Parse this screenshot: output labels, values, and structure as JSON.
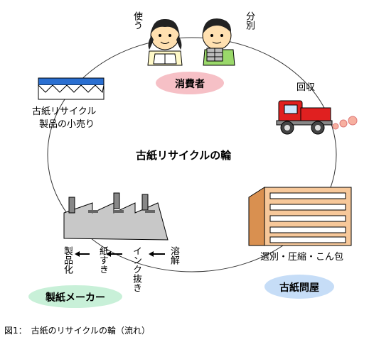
{
  "title": "古紙リサイクルの輪",
  "caption": "図1：　古紙のリサイクルの輪（流れ）",
  "nodes": {
    "consumer": {
      "label": "消費者",
      "use": "使う",
      "sort": "分別"
    },
    "collection": {
      "label": "回収"
    },
    "wholesaler": {
      "label": "古紙問屋",
      "processes": "選別・圧縮・こん包"
    },
    "paper_maker": {
      "label": "製紙メーカー",
      "steps": [
        "溶解",
        "インク抜き",
        "紙すき",
        "製品化"
      ]
    },
    "retail": {
      "line1": "古紙リサイクル",
      "line2": "製品の小売り"
    }
  },
  "colors": {
    "consumer_oval": "#f6c0c6",
    "wholesaler_oval": "#c6ddf7",
    "maker_oval": "#c8f0d8",
    "truck": "#e02020",
    "building": "#f7c89a",
    "factory": "#c8c8c8",
    "awning": "#2a6fd1"
  }
}
